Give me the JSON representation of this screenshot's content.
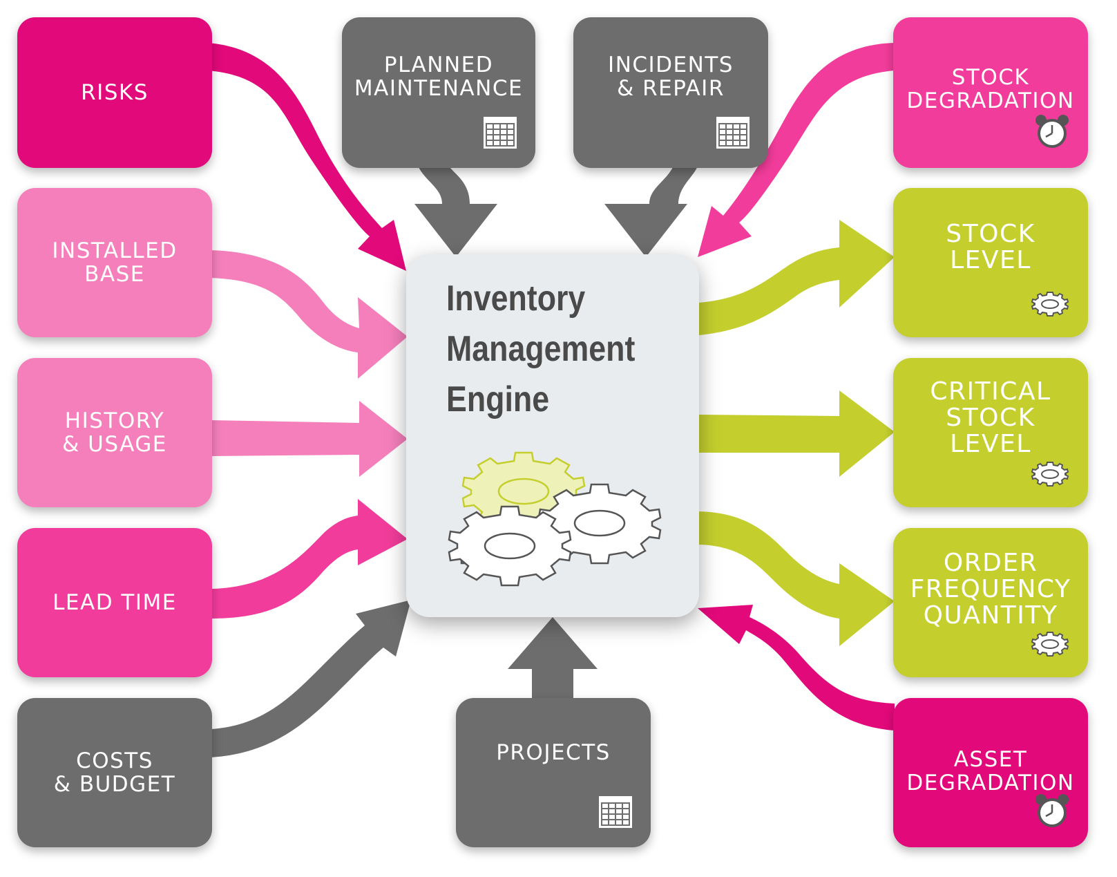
{
  "colors": {
    "magenta": "#e2097a",
    "pink": "#f23c9b",
    "light_pink": "#f57fbb",
    "gray": "#6d6d6d",
    "green": "#c4cf2e",
    "engine_bg": "#e9ecef",
    "engine_text": "#4a4a4a"
  },
  "engine": {
    "title": "Inventory\nManagement\nEngine",
    "icon": "gears-icon"
  },
  "inputs": [
    {
      "label": "RISKS",
      "color": "magenta"
    },
    {
      "label": "INSTALLED\nBASE",
      "color": "light_pink"
    },
    {
      "label": "HISTORY\n& USAGE",
      "color": "light_pink"
    },
    {
      "label": "LEAD TIME",
      "color": "pink"
    },
    {
      "label": "COSTS\n& BUDGET",
      "color": "gray"
    },
    {
      "label": "PLANNED\nMAINTENANCE",
      "color": "gray",
      "icon": "calendar-icon"
    },
    {
      "label": "INCIDENTS\n& REPAIR",
      "color": "gray",
      "icon": "calendar-icon"
    },
    {
      "label": "PROJECTS",
      "color": "gray",
      "icon": "calendar-icon"
    },
    {
      "label": "STOCK\nDEGRADATION",
      "color": "pink",
      "icon": "clock-icon"
    },
    {
      "label": "ASSET\nDEGRADATION",
      "color": "magenta",
      "icon": "clock-icon"
    }
  ],
  "outputs": [
    {
      "label": "STOCK\nLEVEL",
      "color": "green",
      "icon": "gear-icon"
    },
    {
      "label": "CRITICAL\nSTOCK\nLEVEL",
      "color": "green",
      "icon": "gear-icon"
    },
    {
      "label": "ORDER\nFREQUENCY\nQUANTITY",
      "color": "green",
      "icon": "gear-icon"
    }
  ]
}
